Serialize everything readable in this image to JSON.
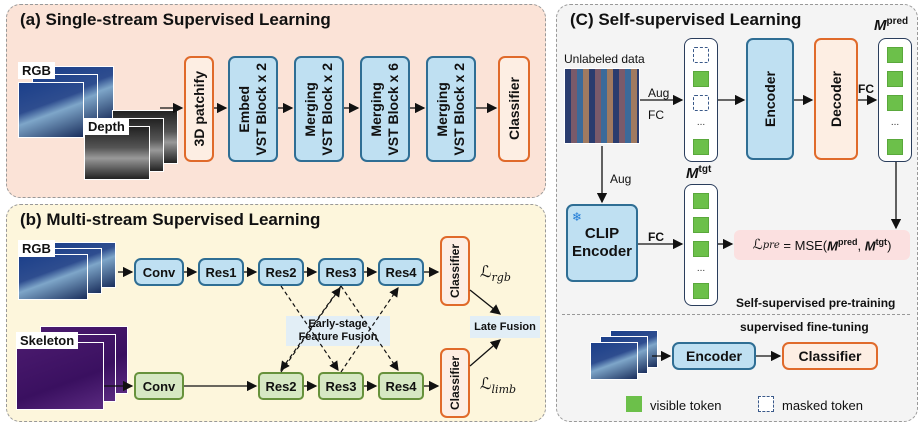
{
  "panel_a": {
    "title": "(a) Single-stream Supervised Learning",
    "rgb_label": "RGB",
    "depth_label": "Depth",
    "patchify": "3D patchify",
    "blocks": [
      [
        "Embed",
        "VST Block x 2"
      ],
      [
        "Merging",
        "VST Block x 2"
      ],
      [
        "Merging",
        "VST Block x 6"
      ],
      [
        "Merging",
        "VST Block x 2"
      ]
    ],
    "classifier": "Classifier"
  },
  "panel_b": {
    "title": "(b) Multi-stream Supervised Learning",
    "rgb_label": "RGB",
    "skeleton_label": "Skeleton",
    "top_row": [
      "Conv",
      "Res1",
      "Res2",
      "Res3",
      "Res4"
    ],
    "bottom_row": [
      "Conv",
      "Res2",
      "Res3",
      "Res4"
    ],
    "classifier_top": "Classifier",
    "classifier_bottom": "Classifier",
    "fusion_early": [
      "Early-stage",
      "Feature Fusion"
    ],
    "fusion_late": "Late Fusion",
    "loss_rgb": "ℒ",
    "loss_rgb_sub": "rgb",
    "loss_limb": "ℒ",
    "loss_limb_sub": "limb"
  },
  "panel_c": {
    "title": "(C) Self-supervised Learning",
    "unlabeled": "Unlabeled data",
    "aug_top": "Aug",
    "fc_left": "FC",
    "aug_down": "Aug",
    "encoder": "Encoder",
    "decoder": "Decoder",
    "fc_right": "FC",
    "m_pred": "M",
    "m_pred_sup": "pred",
    "m_tgt": "M",
    "m_tgt_sup": "tgt",
    "clip_encoder": [
      "CLIP",
      "Encoder"
    ],
    "fc_clip": "FC",
    "loss_formula": {
      "lhs": "ℒ",
      "lhs_sub": "pre",
      "eq": " = MSE(",
      "m1": "M",
      "m1_sup": "pred",
      "comma": ", ",
      "m2": "M",
      "m2_sup": "tgt",
      "close": ")"
    },
    "ssl_caption": "Self-supervised pre-training",
    "ft_caption": "supervised fine-tuning",
    "ft_encoder": "Encoder",
    "ft_classifier": "Classifier",
    "legend_visible": "visible token",
    "legend_masked": "masked token",
    "ellipsis": "..."
  },
  "colors": {
    "panel_a_bg": "#fbe3d7",
    "panel_b_bg": "#fdf6dc",
    "panel_c_bg": "#f4f4f4",
    "blue_fill": "#bfe0f2",
    "orange_border": "#e06a2a",
    "green_fill": "#d6e8c3",
    "token_green": "#6cc04a",
    "loss_bg": "#fbe0e0"
  }
}
